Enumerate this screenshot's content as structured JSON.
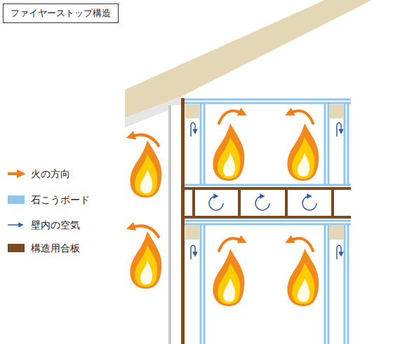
{
  "diagram": {
    "title": "ファイヤーストップ構造",
    "legend": [
      {
        "text": "火の方向"
      },
      {
        "text": "石こうボード",
        "color": "#8fc6ea"
      },
      {
        "text": "壁内の空気"
      },
      {
        "text": "構造用合板",
        "color": "#7b4a22"
      }
    ]
  }
}
